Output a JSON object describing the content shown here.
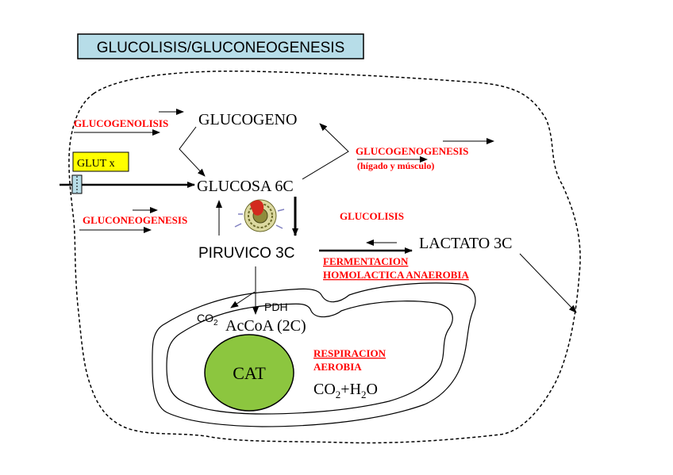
{
  "title": "GLUCOLISIS/GLUCONEOGENESIS",
  "glut_label": "GLUT x",
  "nodes": {
    "glucogeno": "GLUCOGENO",
    "glucosa": "GLUCOSA 6C",
    "piruvico": "PIRUVICO 3C",
    "lactato": "LACTATO 3C",
    "accoa": "AcCoA (2C)",
    "pdh": "PDH",
    "co2": "CO",
    "co2_sub": "2",
    "cat": "CAT",
    "products": {
      "a": "CO",
      "a_sub": "2",
      "plus": "+H",
      "b_sub": "2",
      "c": "O"
    }
  },
  "processes": {
    "glucogenolisis": "GLUCOGENOLISIS",
    "glucogenogenesis": "GLUCOGENOGENESIS",
    "glucogenogenesis_note": "(hígado y músculo)",
    "gluconeogenesis": "GLUCONEOGENESIS",
    "glucolisis": "GLUCOLISIS",
    "fermentacion_1": "FERMENTACION",
    "fermentacion_2": "HOMOLACTICA ANAEROBIA",
    "respiracion_1": "RESPIRACION",
    "respiracion_2": "AEROBIA"
  },
  "colors": {
    "title_box": "#b7dde8",
    "glut_box": "#ffff00",
    "cat_fill": "#8cc63f",
    "process_text": "#ff0000"
  },
  "icons": [
    "enzyme-structure-icon"
  ]
}
